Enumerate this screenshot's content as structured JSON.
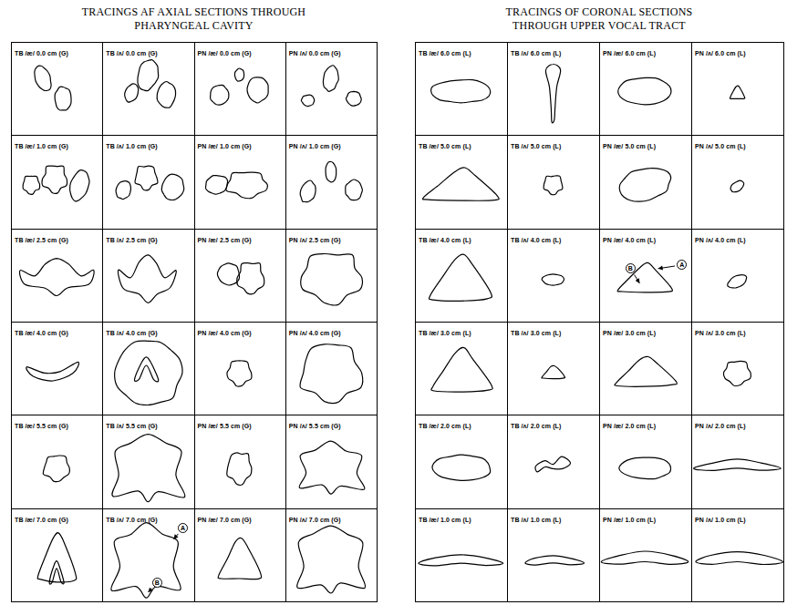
{
  "diagram": {
    "nodes": [
      {
        "text": [
          "TRACINGS AF AXIAL SECTIONS THROUGH PHARYNGEAL CAVITY"
        ]
      },
      {
        "text": [
          "TB /æ/ 0.0 cm (G)"
        ],
        "in": 0
      },
      {
        "text": [
          "TB /ʌ/ 0.0 cm (G)"
        ],
        "in": 0
      },
      {
        "text": [
          "PN /æ/ 0.0 cm (G)"
        ],
        "in": 0
      },
      {
        "text": [
          "PN /ʌ/ 0.0 cm (G)"
        ],
        "in": 0
      },
      {
        "text": [
          "TB /æ/ 1.0 cm (G)"
        ],
        "in": 0
      },
      {
        "text": [
          "TB /ʌ/ 1.0 cm (G)"
        ],
        "in": 0
      },
      {
        "text": [
          "PN /æ/ 1.0 cm (G)"
        ],
        "in": 0
      },
      {
        "text": [
          "PN /ʌ/ 1.0 cm (G)"
        ],
        "in": 0
      },
      {
        "text": [
          "TB /æ/ 2.5 cm (G)"
        ],
        "in": 0
      },
      {
        "text": [
          "TB /ʌ/ 2.5 cm (G)"
        ],
        "in": 0
      },
      {
        "text": [
          "PN /æ/ 2.5 cm (G)"
        ],
        "in": 0
      },
      {
        "text": [
          "PN /ʌ/ 2.5 cm (G)"
        ],
        "in": 0
      },
      {
        "text": [
          "TB /æ/ 4.0 cm (G)"
        ],
        "in": 0
      },
      {
        "text": [
          "TB /ʌ/ 4.0 cm (G)"
        ],
        "in": 0
      },
      {
        "text": [
          "PN /æ/ 4.0 cm (G)"
        ],
        "in": 0
      },
      {
        "text": [
          "PN /ʌ/ 4.0 cm (G)"
        ],
        "in": 0
      },
      {
        "text": [
          "TB /æ/ 5.5 cm (G)"
        ],
        "in": 0
      },
      {
        "text": [
          "TB /ʌ/ 5.5 cm (G)"
        ],
        "in": 0
      },
      {
        "text": [
          "PN /æ/ 5.5 cm (G)"
        ],
        "in": 0
      },
      {
        "text": [
          "PN /ʌ/ 5.5 cm (G)"
        ],
        "in": 0
      },
      {
        "text": [
          "TB /æ/ 7.0 cm (G)"
        ],
        "in": 0
      },
      {
        "text": [
          "TB /ʌ/ 7.0 cm (G)"
        ],
        "in": 0
      },
      {
        "text": [
          "PN /æ/ 7.0 cm (G)"
        ],
        "in": 0
      },
      {
        "text": [
          "PN /ʌ/ 7.0 cm (G)"
        ],
        "in": 0
      },
      {
        "text": [
          "TRACINGS OF CORONAL SECTIONS THROUGH UPPER VOCAL TRACT"
        ]
      },
      {
        "text": [
          "TB /æ/ 6.0 cm (L)"
        ],
        "in": 25
      },
      {
        "text": [
          "TB /ʌ/ 6.0 cm (L)"
        ],
        "in": 25
      },
      {
        "text": [
          "PN /æ/ 6.0 cm (L)"
        ],
        "in": 25
      },
      {
        "text": [
          "PN /ʌ/ 6.0 cm (L)"
        ],
        "in": 25
      },
      {
        "text": [
          "TB /æ/ 5.0 cm (L)"
        ],
        "in": 25
      },
      {
        "text": [
          "TB /ʌ/ 5.0 cm (L)"
        ],
        "in": 25
      },
      {
        "text": [
          "PN /æ/ 5.0 cm (L)"
        ],
        "in": 25
      },
      {
        "text": [
          "PN /ʌ/ 5.0 cm (L)"
        ],
        "in": 25
      },
      {
        "text": [
          "TB /æ/ 4.0 cm (L)"
        ],
        "in": 25
      },
      {
        "text": [
          "TB /ʌ/ 4.0 cm (L)"
        ],
        "in": 25
      },
      {
        "text": [
          "PN /æ/ 4.0 cm (L)"
        ],
        "in": 25
      },
      {
        "text": [
          "PN /ʌ/ 4.0 cm (L)"
        ],
        "in": 25
      },
      {
        "text": [
          "TB /æ/ 3.0 cm (L)"
        ],
        "in": 25
      },
      {
        "text": [
          "TB /ʌ/ 3.0 cm (L)"
        ],
        "in": 25
      },
      {
        "text": [
          "PN /æ/ 3.0 cm (L)"
        ],
        "in": 25
      },
      {
        "text": [
          "PN /ʌ/ 3.0 cm (L)"
        ],
        "in": 25
      },
      {
        "text": [
          "TB /æ/ 2.0 cm (L)"
        ],
        "in": 25
      },
      {
        "text": [
          "TB /ʌ/ 2.0 cm (L)"
        ],
        "in": 25
      },
      {
        "text": [
          "PN /æ/ 2.0 cm (L)"
        ],
        "in": 25
      },
      {
        "text": [
          "PN /ʌ/ 2.0 cm (L)"
        ],
        "in": 25
      },
      {
        "text": [
          "TB /æ/ 1.0 cm (L)"
        ],
        "in": 25
      },
      {
        "text": [
          "TB /ʌ/ 1.0 cm (L)"
        ],
        "in": 25
      },
      {
        "text": [
          "PN /æ/ 1.0 cm (L)"
        ],
        "in": 25
      },
      {
        "text": [
          "PN /ʌ/ 1.0 cm (L)"
        ],
        "in": 25
      }
    ],
    "labels": [
      "A",
      "B",
      "B",
      "A"
    ]
  }
}
